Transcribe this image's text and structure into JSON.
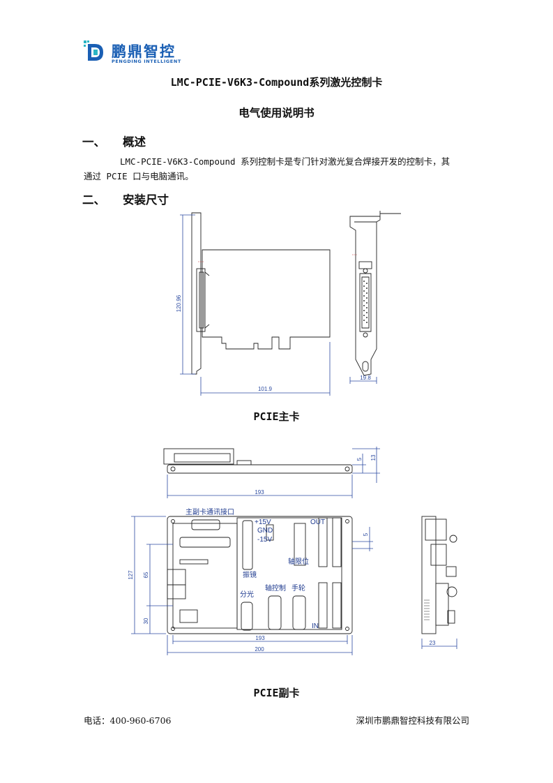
{
  "header": {
    "logo_cn": "鹏鼎智控",
    "logo_en": "PENGDING INTELLIGENT"
  },
  "document": {
    "title": "LMC-PCIE-V6K3-Compound系列激光控制卡",
    "subtitle": "电气使用说明书"
  },
  "sections": [
    {
      "num": "一、",
      "title": "概述",
      "body_line1": "LMC-PCIE-V6K3-Compound 系列控制卡是专门针对激光复合焊接开发的控制卡，其",
      "body_line2": "通过 PCIE 口与电脑通讯。"
    },
    {
      "num": "二、",
      "title": "安装尺寸"
    }
  ],
  "figure_main": {
    "caption": "PCIE主卡",
    "dim_height": "120.96",
    "dim_width": "101.9",
    "dim_bracket": "19.8"
  },
  "figure_sub": {
    "caption": "PCIE副卡",
    "dim_top_width": "193",
    "dim_5_top": "5",
    "dim_13": "13",
    "dim_127": "127",
    "dim_65": "65",
    "dim_30": "30",
    "dim_193": "193",
    "dim_200": "200",
    "dim_5_right": "5",
    "dim_23": "23",
    "label_main_port": "主副卡通讯接口",
    "label_power_15p": "+15V",
    "label_gnd": "GND",
    "label_power_15n": "-15V",
    "label_galvo": "振镜",
    "label_axis_limit": "轴限位",
    "label_out": "OUT",
    "label_split": "分光",
    "label_axis_ctrl": "轴控制",
    "label_handwheel": "手轮",
    "label_in": "IN"
  },
  "footer": {
    "phone": "电话：400-960-6706",
    "company": "深圳市鹏鼎智控科技有限公司"
  },
  "colors": {
    "brand_blue": "#1a5fb4",
    "logo_teal": "#2bb5c4",
    "dimension_blue": "#2b4aa0"
  }
}
